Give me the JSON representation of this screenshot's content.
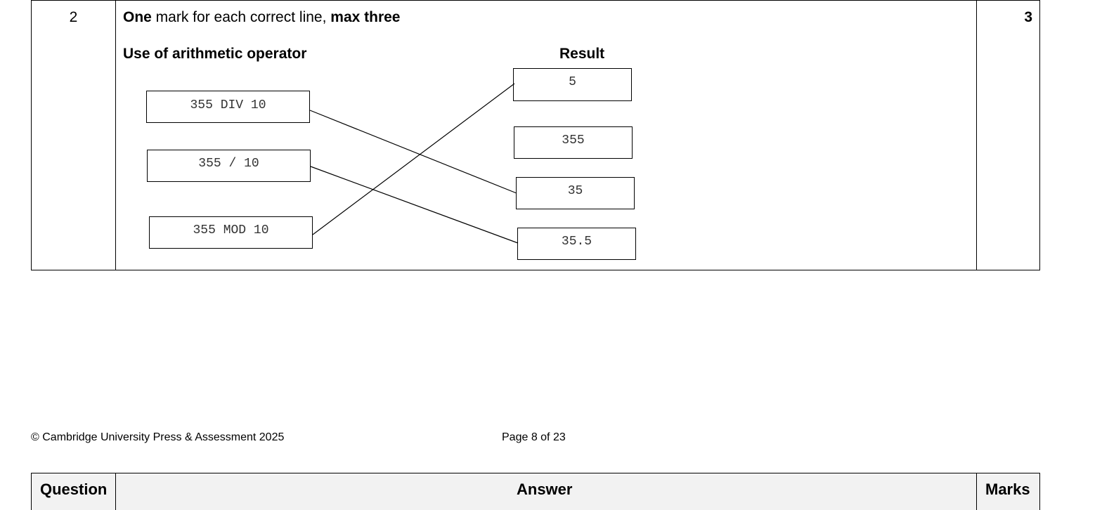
{
  "question": {
    "number": "2",
    "marks": "3",
    "instruction_bold_1": "One",
    "instruction_text": " mark for each correct line, ",
    "instruction_bold_2": "max three",
    "left_heading": "Use of arithmetic operator",
    "right_heading": "Result",
    "operators": [
      "355 DIV 10",
      "355 / 10",
      "355 MOD 10"
    ],
    "results": [
      "5",
      "355",
      "35",
      "35.5"
    ],
    "matches": [
      {
        "operator": "355 DIV 10",
        "result": "35"
      },
      {
        "operator": "355 / 10",
        "result": "35.5"
      },
      {
        "operator": "355 MOD 10",
        "result": "5"
      }
    ]
  },
  "footer": {
    "copyright": "© Cambridge University Press & Assessment 2025",
    "page": "Page 8 of 23"
  },
  "next_header": {
    "question": "Question",
    "answer": "Answer",
    "marks": "Marks"
  }
}
